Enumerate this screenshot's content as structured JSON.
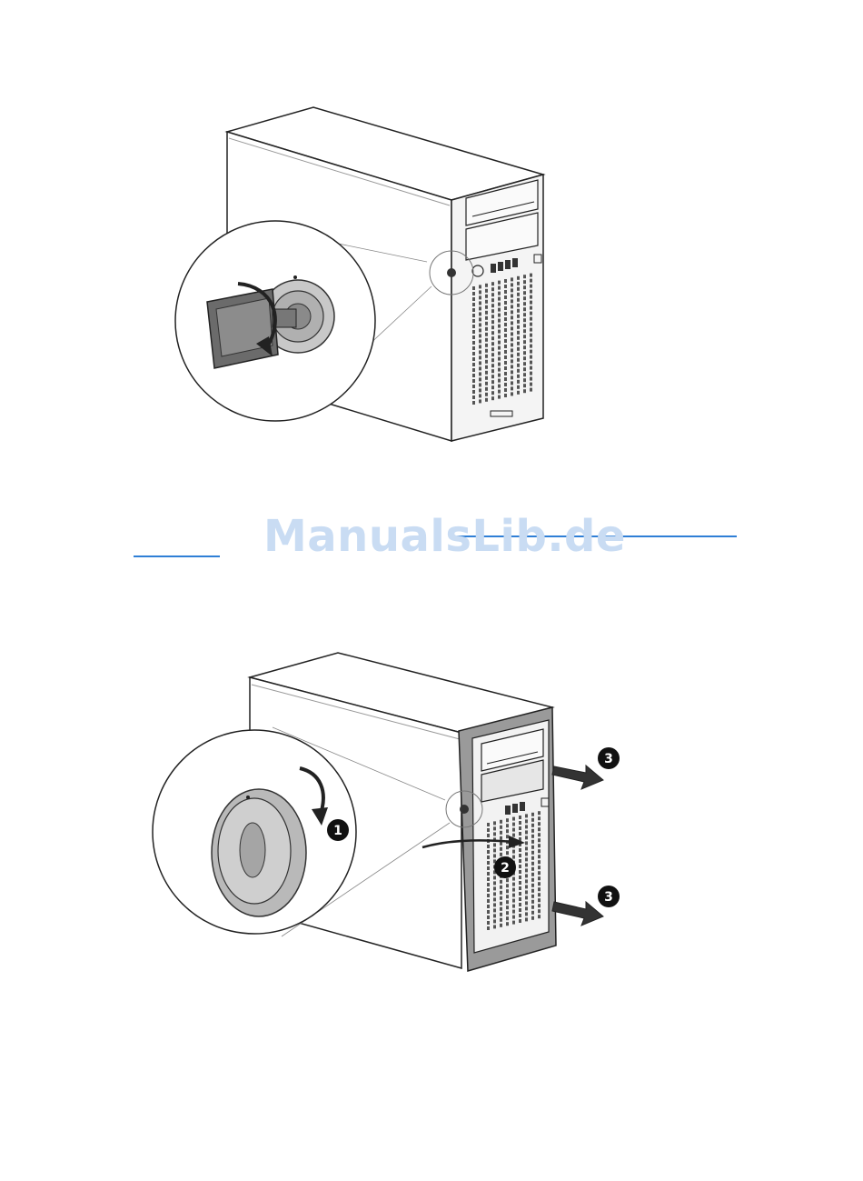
{
  "watermark": {
    "text": "ManualsLib.de"
  },
  "figure_bottom": {
    "callouts": {
      "rotate_lock": "1",
      "remove_bezel": "2",
      "pull_forward_upper": "3",
      "pull_forward_lower": "3"
    }
  },
  "colors": {
    "line": "#222222",
    "link_rule": "#2f7fd6",
    "watermark": "#c9dcf3",
    "bezel_gray": "#9a9a9a"
  },
  "icons": [
    "key-icon",
    "lock-icon",
    "rotate-arrow-icon",
    "pull-arrow-icon",
    "callout-badge"
  ]
}
